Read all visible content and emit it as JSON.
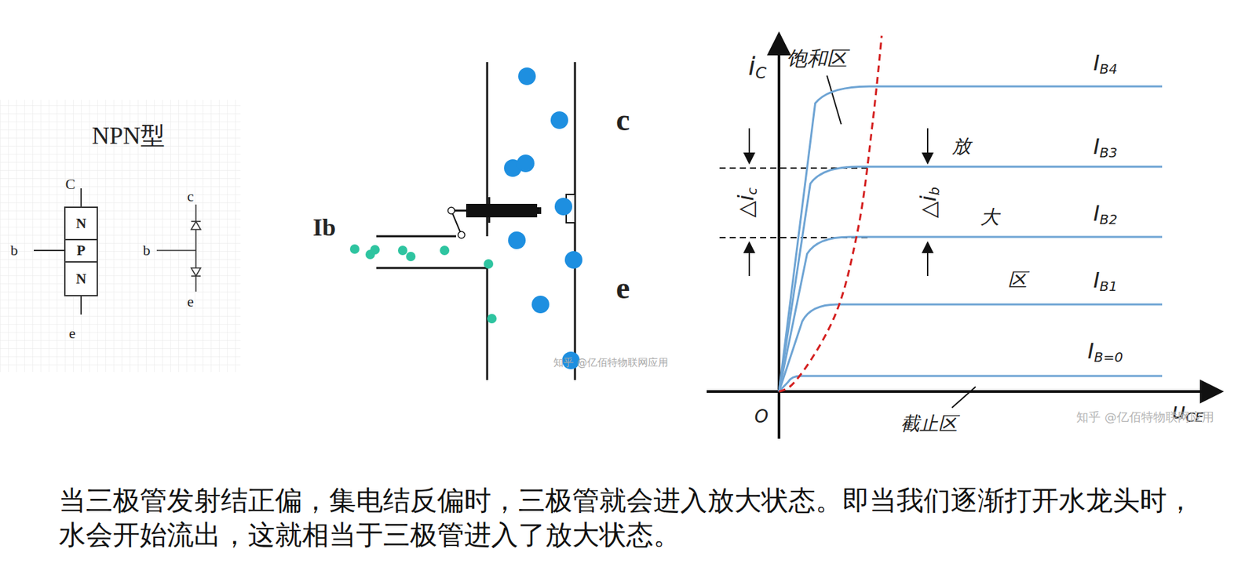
{
  "diagram": {
    "title": "NPN型",
    "caption": "当三极管发射结正偏，集电结反偏时，三极管就会进入放大状态。即当我们逐渐打开水龙头时，水会开始流出，这就相当于三极管进入了放大状态。",
    "nodes": [
      {
        "text": [
          "N"
        ]
      },
      {
        "text": [
          "P"
        ]
      },
      {
        "text": [
          "N"
        ]
      }
    ],
    "labels": [
      "C",
      "b",
      "e",
      "c",
      "b",
      "e",
      "Ib",
      "c",
      "e",
      "知乎 @亿佰特物联网应用",
      "iC",
      "饱和区",
      "放",
      "大",
      "区",
      "IB4",
      "IB3",
      "IB2",
      "IB1",
      "IB=0",
      "△ic",
      "△ib",
      "O",
      "截止区",
      "uCE",
      "知乎 @亿佰特物联网应用"
    ]
  }
}
